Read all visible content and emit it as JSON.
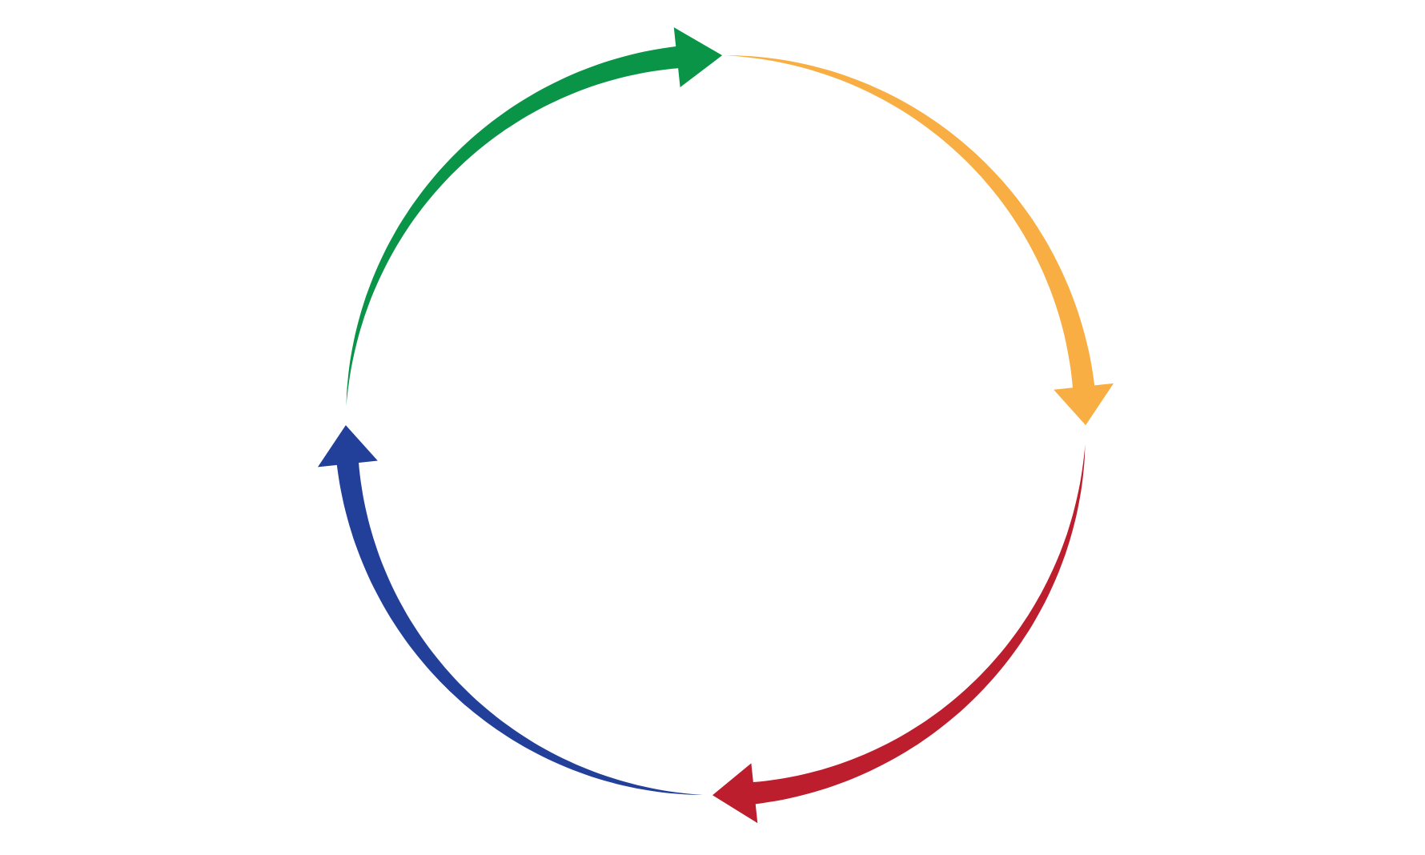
{
  "diagram": {
    "type": "cycle",
    "arrows": [
      {
        "name": "green-arrow",
        "color": "#0a9447"
      },
      {
        "name": "orange-arrow",
        "color": "#f8ae42"
      },
      {
        "name": "red-arrow",
        "color": "#bd1e2d"
      },
      {
        "name": "blue-arrow",
        "color": "#22409a"
      }
    ]
  }
}
